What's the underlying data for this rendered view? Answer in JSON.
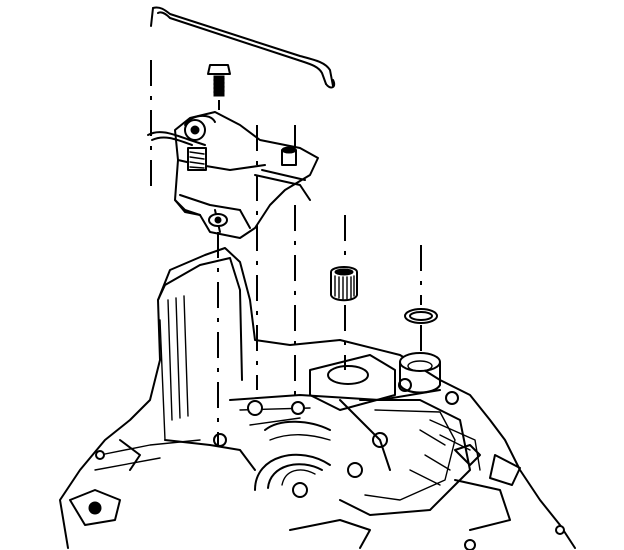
{
  "figure": {
    "kind": "exploded-assembly-line-drawing",
    "background_color": "#ffffff",
    "line_color": "#000000",
    "parts": [
      "shift-linkage-rod",
      "mounting-bolt",
      "shift-bracket-assembly",
      "needle-bearing",
      "o-ring-seal",
      "transmission-case"
    ]
  }
}
